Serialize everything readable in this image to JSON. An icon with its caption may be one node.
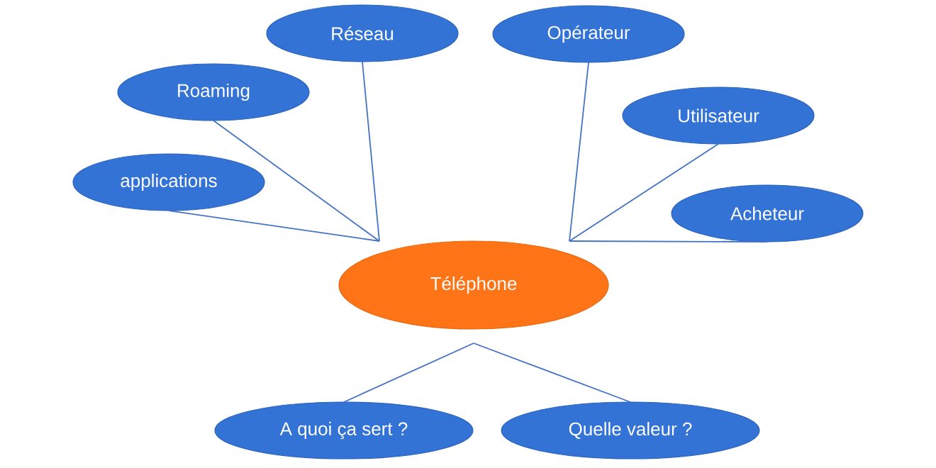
{
  "diagram": {
    "nodes": [
      {
        "text": [
          "Téléphone"
        ]
      },
      {
        "text": [
          "applications"
        ]
      },
      {
        "text": [
          "Roaming"
        ]
      },
      {
        "text": [
          "Réseau"
        ]
      },
      {
        "text": [
          "Opérateur"
        ]
      },
      {
        "text": [
          "Utilisateur"
        ]
      },
      {
        "text": [
          "Acheteur"
        ]
      },
      {
        "text": [
          "A quoi ça sert ?"
        ]
      },
      {
        "text": [
          "Quelle valeur ?"
        ]
      }
    ],
    "edges": [
      {
        "from": 1,
        "to": 0,
        "arrow": "none"
      },
      {
        "from": 2,
        "to": 0,
        "arrow": "none"
      },
      {
        "from": 3,
        "to": 0,
        "arrow": "none"
      },
      {
        "from": 4,
        "to": 0,
        "arrow": "none"
      },
      {
        "from": 5,
        "to": 0,
        "arrow": "none"
      },
      {
        "from": 6,
        "to": 0,
        "arrow": "none"
      },
      {
        "from": 0,
        "to": 7,
        "arrow": "none"
      },
      {
        "from": 0,
        "to": 8,
        "arrow": "none"
      }
    ]
  }
}
